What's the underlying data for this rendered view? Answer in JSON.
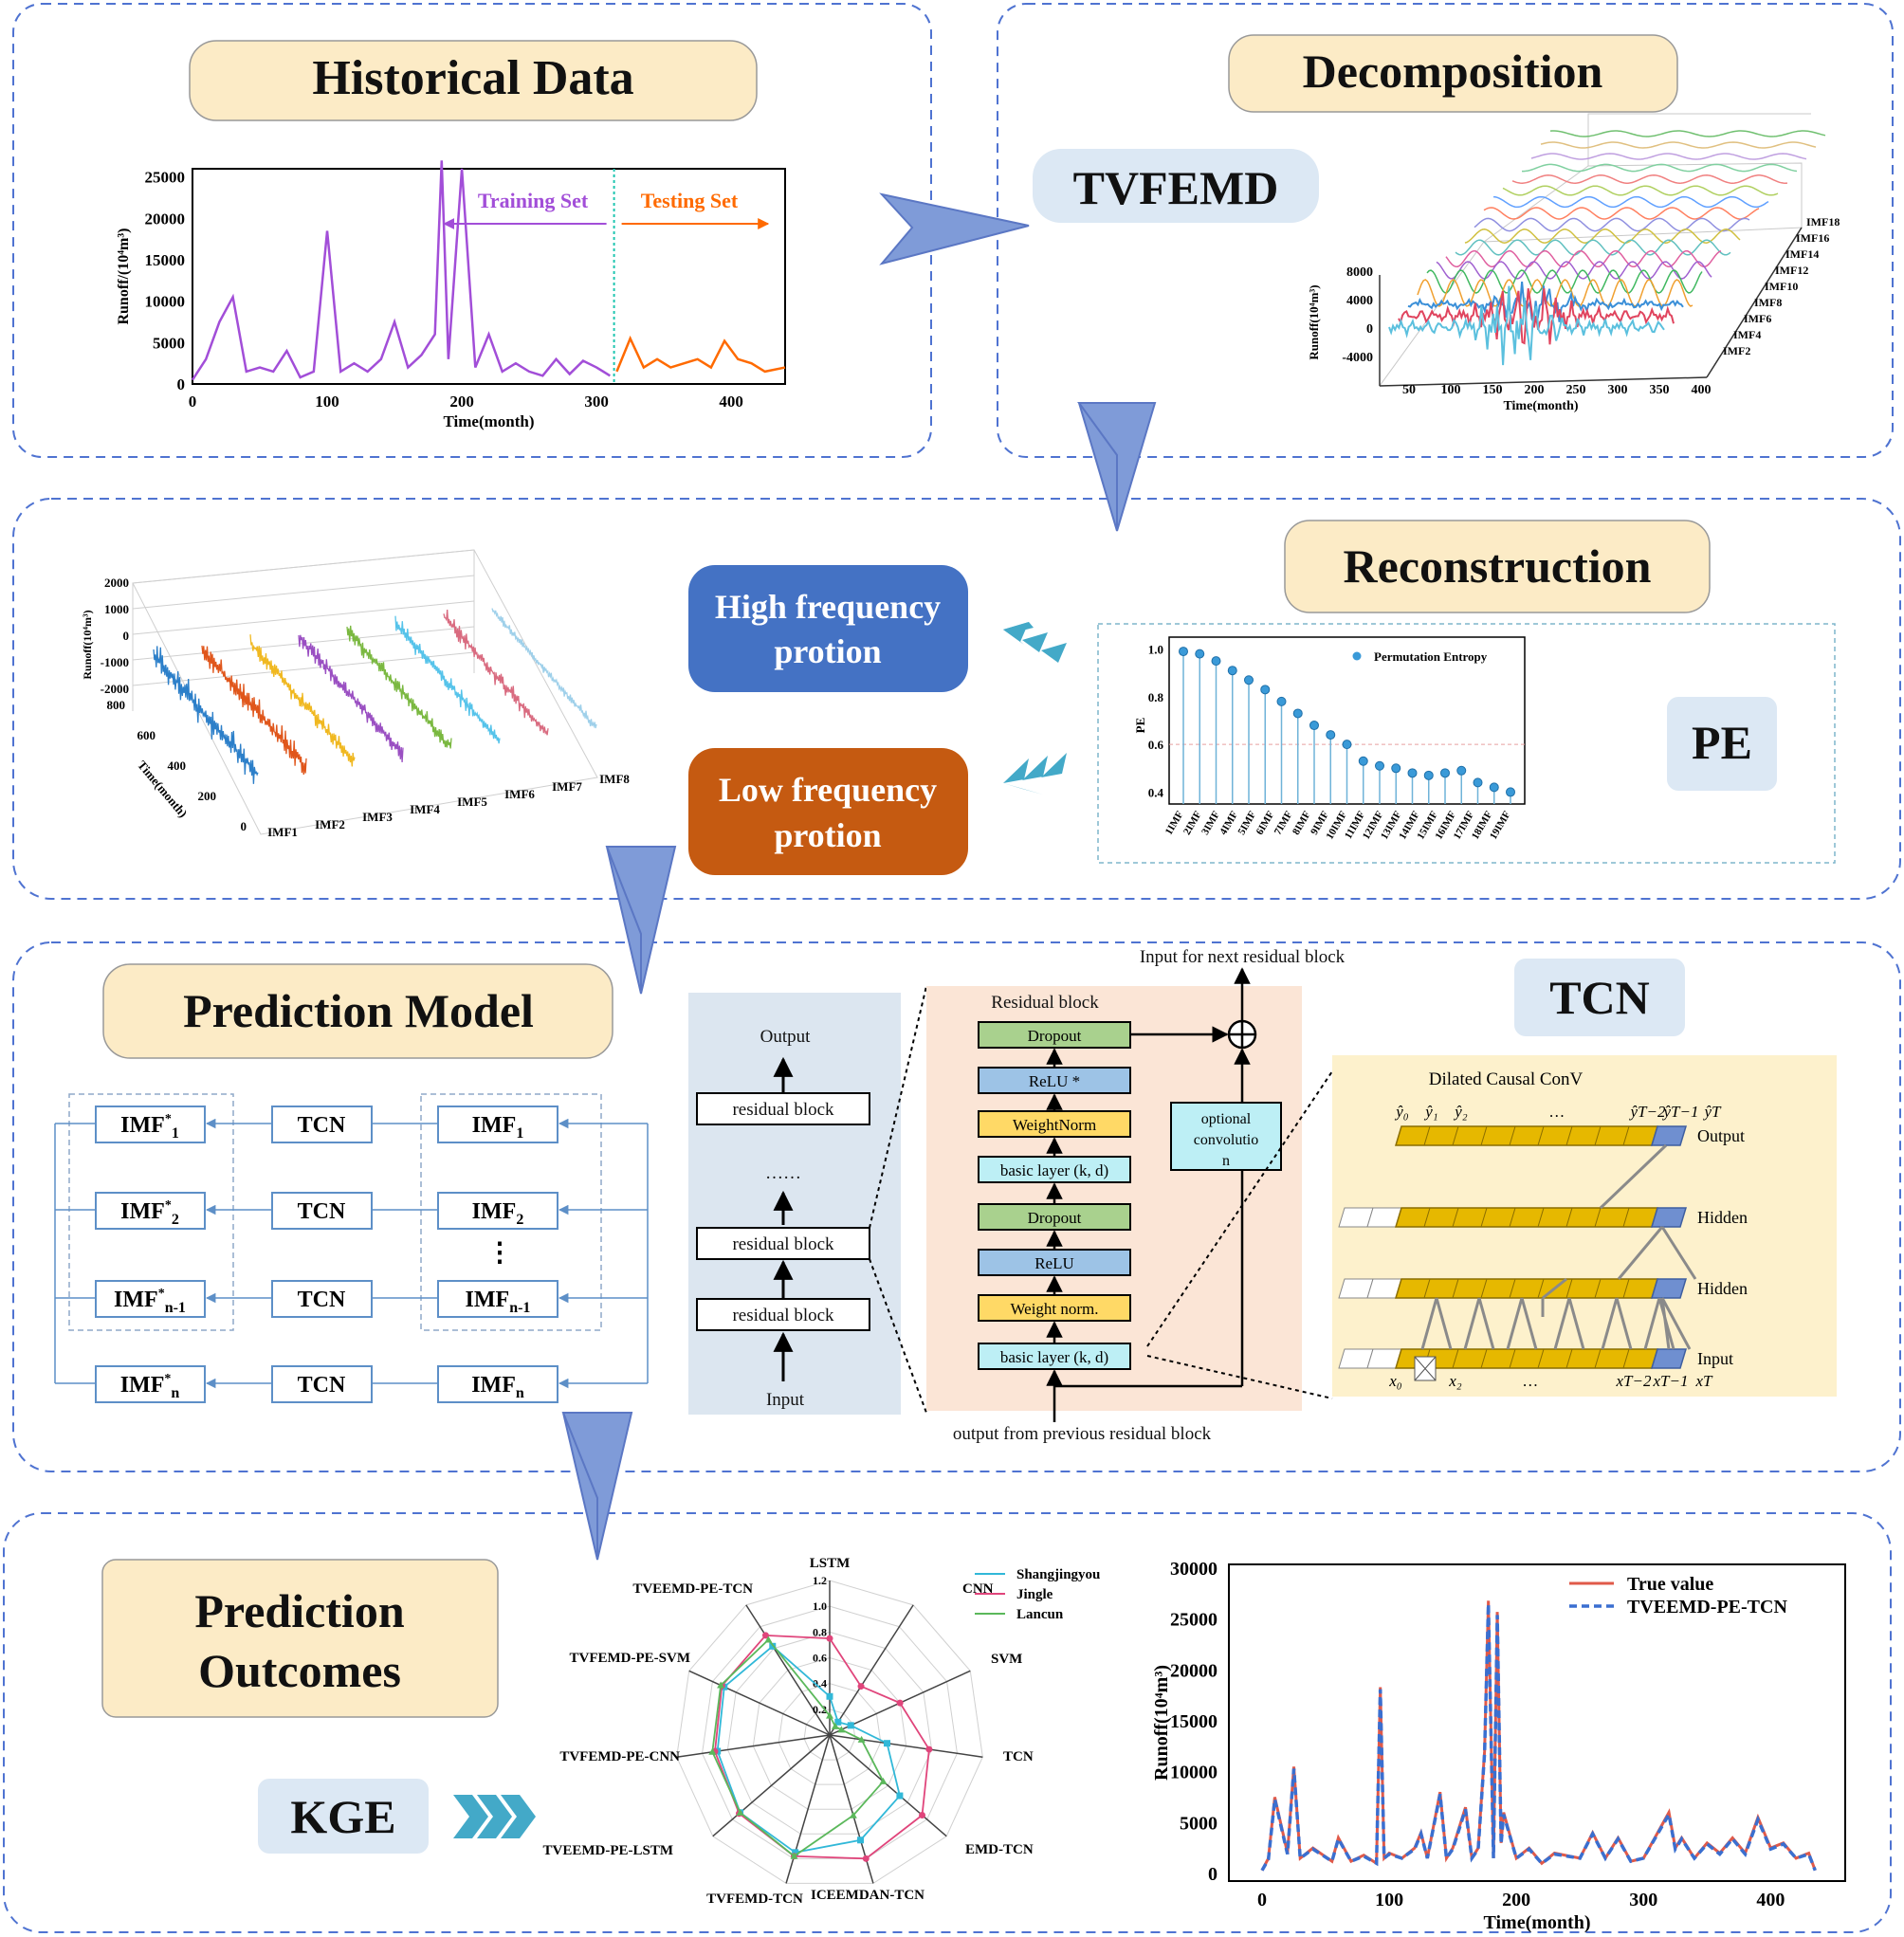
{
  "historical": {
    "title": "Historical Data",
    "ylabel": "Runoff/(10⁴m³)",
    "xlabel": "Time(month)",
    "training_label": "Training Set",
    "testing_label": "Testing Set",
    "yticks": [
      "0",
      "5000",
      "10000",
      "15000",
      "20000",
      "25000"
    ],
    "xticks": [
      "0",
      "100",
      "200",
      "300",
      "400"
    ]
  },
  "decomposition": {
    "title": "Decomposition",
    "method": "TVFEMD",
    "ylabel": "Runoff(10⁴m³)",
    "xlabel": "Time(month)",
    "yticks": [
      "8000",
      "4000",
      "0",
      "-4000"
    ],
    "xticks": [
      "50",
      "100",
      "150",
      "200",
      "250",
      "300",
      "350",
      "400"
    ],
    "imf_labels": [
      "IMF18",
      "IMF16",
      "IMF14",
      "IMF12",
      "IMF10",
      "IMF8",
      "IMF6",
      "IMF4",
      "IMF2"
    ]
  },
  "reconstruction": {
    "title": "Reconstruction",
    "ylabel": "Runoff(10⁴m³)",
    "zlabel": "Time(month)",
    "zticks": [
      "2000",
      "1000",
      "0",
      "-1000",
      "-2000"
    ],
    "time_ticks": [
      "800",
      "600",
      "400",
      "200",
      "0"
    ],
    "imf_labels": [
      "IMF1",
      "IMF2",
      "IMF3",
      "IMF4",
      "IMF5",
      "IMF6",
      "IMF7",
      "IMF8"
    ],
    "high_label_1": "High frequency",
    "high_label_2": "protion",
    "low_label_1": "Low frequency",
    "low_label_2": "protion",
    "pe_badge": "PE",
    "pe_legend": "Permutation Entropy",
    "pe_ylabel": "PE",
    "pe_yticks": [
      "1.0",
      "0.8",
      "0.6",
      "0.4"
    ],
    "pe_xticks": [
      "1IMF",
      "2IMF",
      "3IMF",
      "4IMF",
      "5IMF",
      "6IMF",
      "7IMF",
      "8IMF",
      "9IMF",
      "10IMF",
      "11IMF",
      "12IMF",
      "13IMF",
      "14IMF",
      "15IMF",
      "16IMF",
      "17IMF",
      "18IMF",
      "19IMF"
    ],
    "pe_values": [
      0.99,
      0.98,
      0.95,
      0.91,
      0.87,
      0.83,
      0.78,
      0.73,
      0.68,
      0.64,
      0.6,
      0.53,
      0.51,
      0.5,
      0.48,
      0.47,
      0.48,
      0.49,
      0.44,
      0.42,
      0.4
    ]
  },
  "prediction_model": {
    "title": "Prediction Model",
    "rows": [
      {
        "out": "IMF",
        "out_sup": "*",
        "out_sub": "1",
        "tcn": "TCN",
        "in": "IMF",
        "in_sub": "1"
      },
      {
        "out": "IMF",
        "out_sup": "*",
        "out_sub": "2",
        "tcn": "TCN",
        "in": "IMF",
        "in_sub": "2"
      },
      {
        "out": "IMF",
        "out_sup": "*",
        "out_sub": "n-1",
        "tcn": "TCN",
        "in": "IMF",
        "in_sub": "n-1"
      },
      {
        "out": "IMF",
        "out_sup": "*",
        "out_sub": "n",
        "tcn": "TCN",
        "in": "IMF",
        "in_sub": "n"
      }
    ],
    "vdots": "⋮",
    "stack": {
      "output": "Output",
      "block": "residual block",
      "dots": "……",
      "input": "Input"
    },
    "residual": {
      "heading": "Residual block",
      "next": "Input for next residual block",
      "prev": "output from previous residual block",
      "layers": [
        "Dropout",
        "ReLU *",
        "WeightNorm",
        "basic layer (k, d)",
        "Dropout",
        "ReLU",
        "Weight norm.",
        "basic layer (k, d)"
      ],
      "optional_1": "optional",
      "optional_2": "convolutio",
      "optional_3": "n"
    },
    "tcn_badge": "TCN",
    "dilated": {
      "title": "Dilated Causal ConV",
      "out_labels": [
        "ŷ₀",
        "ŷ₁",
        "ŷ₂",
        "…",
        "ŷT−2",
        "ŷT−1",
        "ŷT"
      ],
      "in_labels": [
        "x₀",
        "x₂",
        "…",
        "xT−2",
        "xT−1",
        "xT"
      ],
      "row_labels": [
        "Output",
        "Hidden",
        "Hidden",
        "Input"
      ]
    }
  },
  "outcomes": {
    "title_1": "Prediction",
    "title_2": "Outcomes",
    "kge": "KGE",
    "radar": {
      "axes": [
        "LSTM",
        "CNN",
        "SVM",
        "TCN",
        "EMD-TCN",
        "ICEEMDAN-TCN",
        "TVFEMD-TCN",
        "TVEEMD-PE-LSTM",
        "TVFEMD-PE-CNN",
        "TVFEMD-PE-SVM",
        "TVEEMD-PE-TCN"
      ],
      "ticks": [
        "0.2",
        "0.4",
        "0.6",
        "0.8",
        "1.0",
        "1.2"
      ],
      "series": [
        {
          "name": "Shangjingyou",
          "color": "#31b8d8",
          "values": [
            0.3,
            0.12,
            0.18,
            0.45,
            0.72,
            0.85,
            0.95,
            0.92,
            0.88,
            0.9,
            0.82
          ]
        },
        {
          "name": "Jingle",
          "color": "#e0457b",
          "values": [
            0.75,
            0.45,
            0.6,
            0.78,
            0.95,
            1.0,
            0.98,
            0.93,
            0.9,
            0.92,
            0.92
          ]
        },
        {
          "name": "Lancun",
          "color": "#5bb85b",
          "values": [
            0.15,
            0.08,
            0.1,
            0.25,
            0.55,
            0.65,
            0.98,
            0.92,
            0.92,
            0.93,
            0.88
          ]
        }
      ]
    },
    "series_chart": {
      "ylabel": "Runoff(10⁴m³)",
      "xlabel": "Time(month)",
      "yticks": [
        "0",
        "5000",
        "10000",
        "15000",
        "20000",
        "25000",
        "30000"
      ],
      "xticks": [
        "0",
        "100",
        "200",
        "300",
        "400"
      ],
      "legend_true": "True value",
      "legend_pred": "TVEEMD-PE-TCN"
    }
  },
  "colors": {
    "title_fill": "#fcebc6",
    "badge_fill": "#dce8f4",
    "dash_border": "#4f73d1",
    "arrow": "#7f9bd8",
    "high_box": "#4472c4",
    "low_box": "#c55a11",
    "teal_arrow": "#43a9c8",
    "purple": "#a24ed8",
    "orange": "#ff6a00"
  },
  "chart_data": [
    {
      "type": "line",
      "title": "",
      "xlabel": "Time(month)",
      "ylabel": "Runoff/(10⁴m³)",
      "xlim": [
        0,
        440
      ],
      "ylim": [
        0,
        26000
      ],
      "series": [
        {
          "name": "Training Set",
          "x": [
            0,
            10,
            20,
            30,
            40,
            50,
            60,
            70,
            80,
            90,
            100,
            110,
            120,
            130,
            140,
            150,
            160,
            170,
            180,
            185,
            190,
            200,
            210,
            220,
            230,
            240,
            250,
            260,
            270,
            280,
            290,
            300,
            310
          ],
          "values": [
            500,
            3000,
            7500,
            10500,
            1500,
            2000,
            1500,
            4000,
            800,
            1500,
            18500,
            1500,
            2500,
            1500,
            3000,
            7500,
            2000,
            3500,
            6000,
            27000,
            3000,
            26000,
            2000,
            6000,
            1500,
            2500,
            1500,
            1000,
            3000,
            1200,
            2800,
            2000,
            1000
          ]
        },
        {
          "name": "Testing Set",
          "x": [
            315,
            325,
            335,
            345,
            355,
            365,
            375,
            385,
            395,
            405,
            415,
            425,
            440
          ],
          "values": [
            1500,
            5500,
            2000,
            3000,
            2000,
            2500,
            3000,
            2000,
            5200,
            3000,
            2500,
            1500,
            2000
          ]
        }
      ]
    },
    {
      "type": "line",
      "title": "",
      "xlabel": "Time(month)",
      "ylabel": "Runoff(10⁴m³)",
      "xlim": [
        0,
        440
      ],
      "ylim": [
        0,
        30000
      ],
      "series": [
        {
          "name": "True value",
          "x": [
            0,
            5,
            10,
            20,
            25,
            30,
            40,
            55,
            60,
            70,
            80,
            90,
            93,
            96,
            100,
            110,
            120,
            125,
            130,
            140,
            145,
            150,
            160,
            165,
            170,
            175,
            178,
            182,
            185,
            188,
            190,
            200,
            210,
            220,
            230,
            250,
            260,
            270,
            280,
            290,
            300,
            320,
            325,
            330,
            340,
            350,
            360,
            370,
            380,
            390,
            400,
            410,
            420,
            430,
            435
          ],
          "values": [
            300,
            1500,
            7500,
            2000,
            10500,
            1500,
            2500,
            1200,
            3500,
            1200,
            1800,
            1000,
            18300,
            1500,
            2000,
            1500,
            2500,
            4000,
            1500,
            8000,
            1500,
            2500,
            6500,
            1500,
            2500,
            12000,
            26800,
            1500,
            25700,
            3000,
            6000,
            1500,
            2500,
            1000,
            2000,
            1500,
            4000,
            1500,
            3500,
            1200,
            1500,
            6000,
            2500,
            3500,
            1500,
            3000,
            2000,
            3500,
            2000,
            5500,
            2500,
            3000,
            1500,
            2000,
            300
          ]
        },
        {
          "name": "TVEEMD-PE-TCN",
          "x": [
            0,
            5,
            10,
            20,
            25,
            30,
            40,
            55,
            60,
            70,
            80,
            90,
            93,
            96,
            100,
            110,
            120,
            125,
            130,
            140,
            145,
            150,
            160,
            165,
            170,
            175,
            178,
            182,
            185,
            188,
            190,
            200,
            210,
            220,
            230,
            250,
            260,
            270,
            280,
            290,
            300,
            320,
            325,
            330,
            340,
            350,
            360,
            370,
            380,
            390,
            400,
            410,
            420,
            430,
            435
          ],
          "values": [
            300,
            1400,
            7300,
            1900,
            10300,
            1500,
            2400,
            1200,
            3400,
            1200,
            1700,
            1000,
            18100,
            1500,
            1900,
            1500,
            2400,
            3900,
            1500,
            7800,
            1500,
            2400,
            6300,
            1500,
            2400,
            11800,
            26500,
            1500,
            25400,
            2900,
            5800,
            1500,
            2400,
            1000,
            1900,
            1500,
            3900,
            1500,
            3400,
            1200,
            1500,
            5800,
            2400,
            3400,
            1500,
            2900,
            1900,
            3400,
            1900,
            5300,
            2400,
            2900,
            1500,
            1900,
            300
          ]
        }
      ]
    },
    {
      "type": "scatter",
      "title": "",
      "xlabel": "",
      "ylabel": "PE",
      "ylim": [
        0.35,
        1.05
      ],
      "series": [
        {
          "name": "Permutation Entropy",
          "values": [
            0.99,
            0.98,
            0.95,
            0.91,
            0.87,
            0.83,
            0.78,
            0.73,
            0.68,
            0.64,
            0.6,
            0.53,
            0.51,
            0.5,
            0.48,
            0.47,
            0.48,
            0.49,
            0.44,
            0.42,
            0.4
          ]
        }
      ]
    }
  ]
}
